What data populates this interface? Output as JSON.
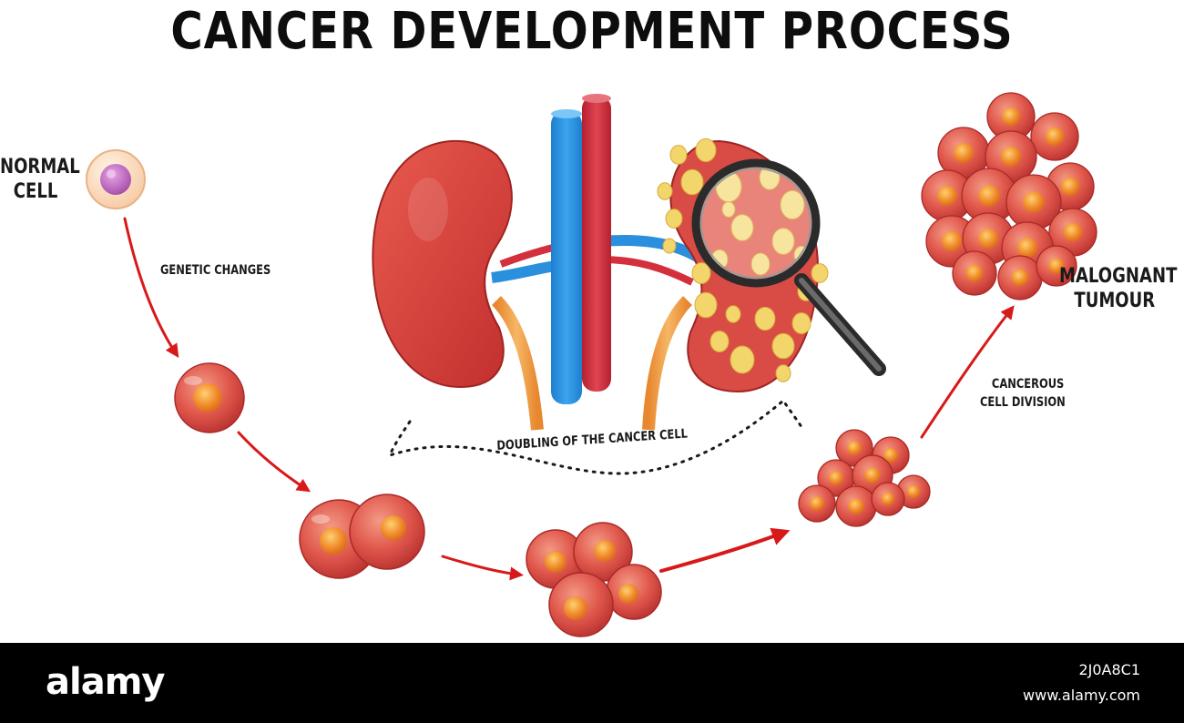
{
  "title": "CANCER DEVELOPMENT PROCESS",
  "stages": {
    "normal_cell": [
      "NORMAL",
      "CELL"
    ],
    "genetic_changes": "GENETIC CHANGES",
    "doubling": "DOUBLING OF THE CANCER CELL",
    "cancerous_division": [
      "CANCEROUS",
      "CELL DIVISION"
    ],
    "malignant_tumour": [
      "MALOGNANT",
      "TUMOUR"
    ]
  },
  "footer": {
    "logo": "alamy",
    "image_id": "2J0A8C1",
    "site": "www.alamy.com"
  },
  "colors": {
    "cell_red": "#d94b45",
    "nucleus_orange": "#f08a2a",
    "arrow_red": "#d8191a",
    "kidney_red": "#d7403a",
    "vein_blue": "#2a8fdc",
    "artery_red": "#d42f3c",
    "tumor_yellow": "#f2d66b"
  }
}
